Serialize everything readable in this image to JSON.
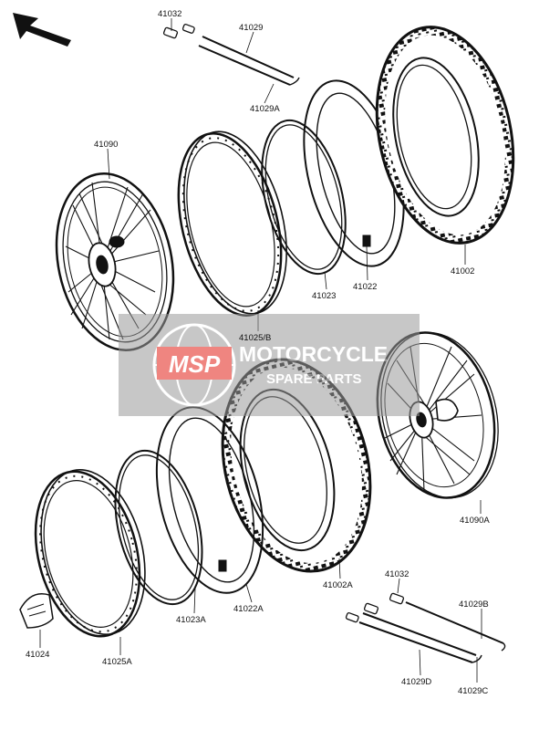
{
  "diagram": {
    "part_labels": {
      "p41032_top": "41032",
      "p41029": "41029",
      "p41029A": "41029A",
      "p41090": "41090",
      "p41002": "41002",
      "p41023": "41023",
      "p41022": "41022",
      "p41025B": "41025/B",
      "p41090A": "41090A",
      "p41002A": "41002A",
      "p41032_bot": "41032",
      "p41029B": "41029B",
      "p41024": "41024",
      "p41025A": "41025A",
      "p41023A": "41023A",
      "p41022A": "41022A",
      "p41029D": "41029D",
      "p41029C": "41029C"
    }
  },
  "watermark": {
    "logo_text": "MSP",
    "line1": "MOTORCYCLE",
    "line2": "SPARE PARTS"
  },
  "colors": {
    "ink": "#111111",
    "watermark_red": "#e2231a",
    "watermark_grey": "#9a9a9a"
  }
}
